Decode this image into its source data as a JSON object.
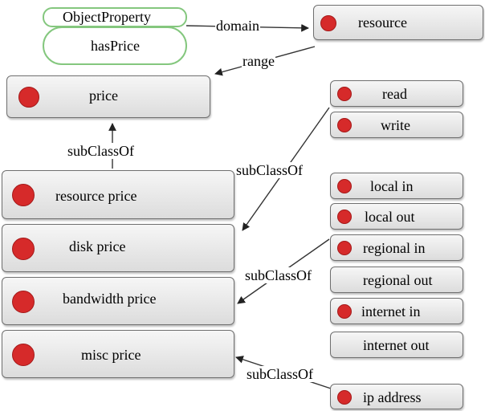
{
  "property": {
    "kind": "ObjectProperty",
    "name": "hasPrice"
  },
  "edges": {
    "domain": "domain",
    "range": "range",
    "subclass_left": "subClassOf",
    "subclass_right_top": "subClassOf",
    "subclass_right_mid": "subClassOf",
    "subclass_right_bottom": "subClassOf"
  },
  "classes": {
    "resource": "resource",
    "price": "price",
    "resource_price": "resource price",
    "disk_price": "disk price",
    "bandwidth_price": "bandwidth price",
    "misc_price": "misc price"
  },
  "subclasses": {
    "read": "read",
    "write": "write",
    "local_in": "local in",
    "local_out": "local out",
    "regional_in": "regional in",
    "regional_out": "regional out",
    "internet_in": "internet in",
    "internet_out": "internet out",
    "ip_address": "ip address"
  },
  "colors": {
    "class_dot": "#d62a2a",
    "property_border": "#84c77e"
  }
}
